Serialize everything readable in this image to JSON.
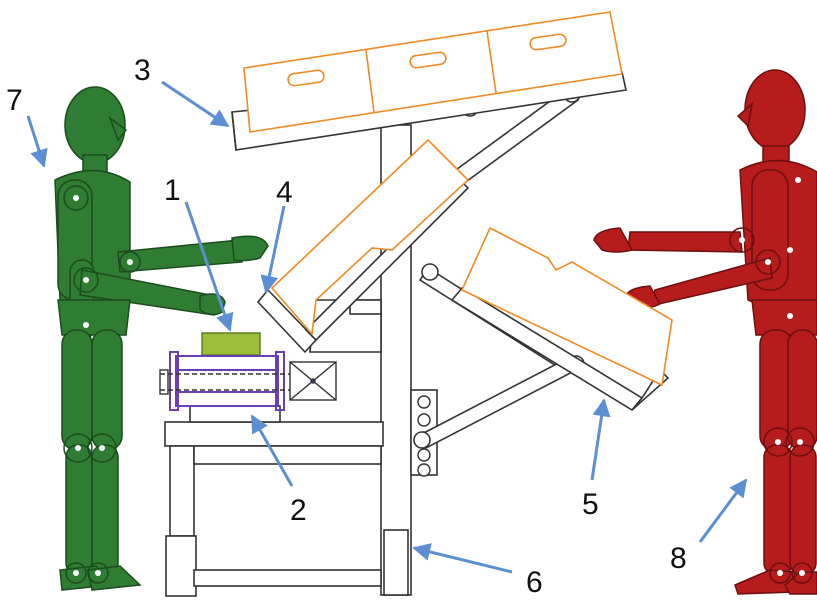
{
  "labels": {
    "l1": "1",
    "l2": "2",
    "l3": "3",
    "l4": "4",
    "l5": "5",
    "l6": "6",
    "l7": "7",
    "l8": "8"
  },
  "colors": {
    "green_figure": "#2f7d32",
    "red_figure": "#b71c1c",
    "crate_outline": "#f08a24",
    "arrow": "#5b8fd1",
    "product": "#9bbf3b",
    "roller": "#6a3fb5",
    "frame": "#333333"
  }
}
